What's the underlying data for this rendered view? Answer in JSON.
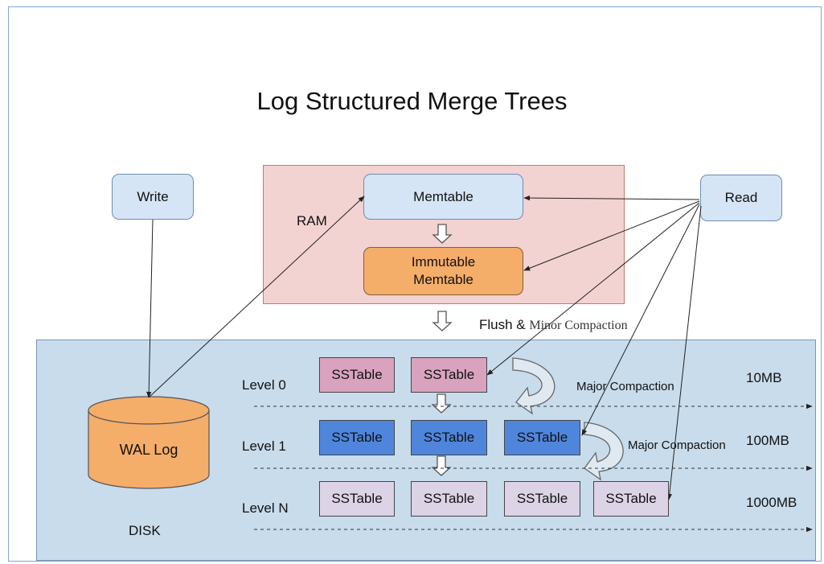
{
  "title": "Log Structured Merge Trees",
  "nodes": {
    "write": "Write",
    "read": "Read",
    "memtable": "Memtable",
    "immutable_memtable": "Immutable\nMemtable",
    "wal_log": "WAL Log"
  },
  "regions": {
    "ram": "RAM",
    "disk": "DISK"
  },
  "flush": {
    "prefix": "Flush &",
    "suffix": "Minor Compaction"
  },
  "levels": [
    {
      "label": "Level 0",
      "size": "10MB",
      "tables": [
        "SSTable",
        "SSTable"
      ]
    },
    {
      "label": "Level 1",
      "size": "100MB",
      "tables": [
        "SSTable",
        "SSTable",
        "SSTable"
      ]
    },
    {
      "label": "Level N",
      "size": "1000MB",
      "tables": [
        "SSTable",
        "SSTable",
        "SSTable",
        "SSTable"
      ]
    }
  ],
  "compactions": [
    "Major Compaction",
    "Major Compaction"
  ],
  "colors": {
    "ram_bg": "#f3d2d2",
    "disk_bg": "#c8dcec",
    "level0": "#d9a3bf",
    "level1": "#4f86dc",
    "levelN": "#ddd3e7",
    "immutable": "#f5ad6a"
  }
}
